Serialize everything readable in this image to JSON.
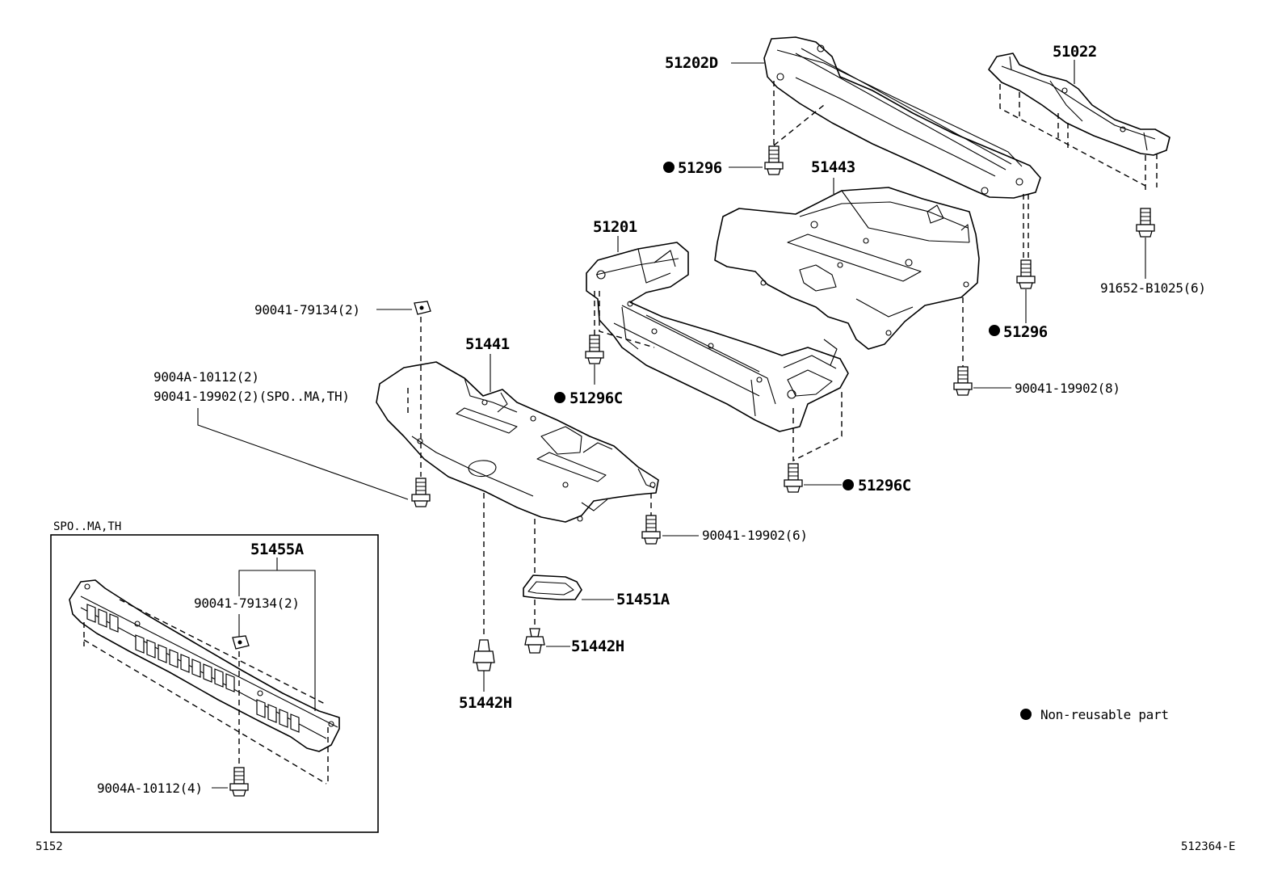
{
  "labels": {
    "p51202D": "51202D",
    "p51022": "51022",
    "p51296_top": "51296",
    "p51443": "51443",
    "p51201": "51201",
    "p51296_right": "51296",
    "p91652": "91652-B1025(6)",
    "p90041_79134_top": "90041-79134(2)",
    "p51441": "51441",
    "p9004A_10112_2": "9004A-10112(2)",
    "p90041_19902_2": "90041-19902(2)(SPO..MA,TH)",
    "p51296C_left": "51296C",
    "p90041_19902_8": "90041-19902(8)",
    "p51296C_bottom": "51296C",
    "p90041_19902_6": "90041-19902(6)",
    "p51451A": "51451A",
    "p51442H_right": "51442H",
    "p51442H_bottom": "51442H",
    "inset_title": "SPO..MA,TH",
    "p51455A": "51455A",
    "p90041_79134_inset": "90041-79134(2)",
    "p9004A_10112_4": "9004A-10112(4)"
  },
  "legend": {
    "non_reusable": "Non-reusable part"
  },
  "footer": {
    "left_code": "5152",
    "right_code": "512364-E"
  }
}
